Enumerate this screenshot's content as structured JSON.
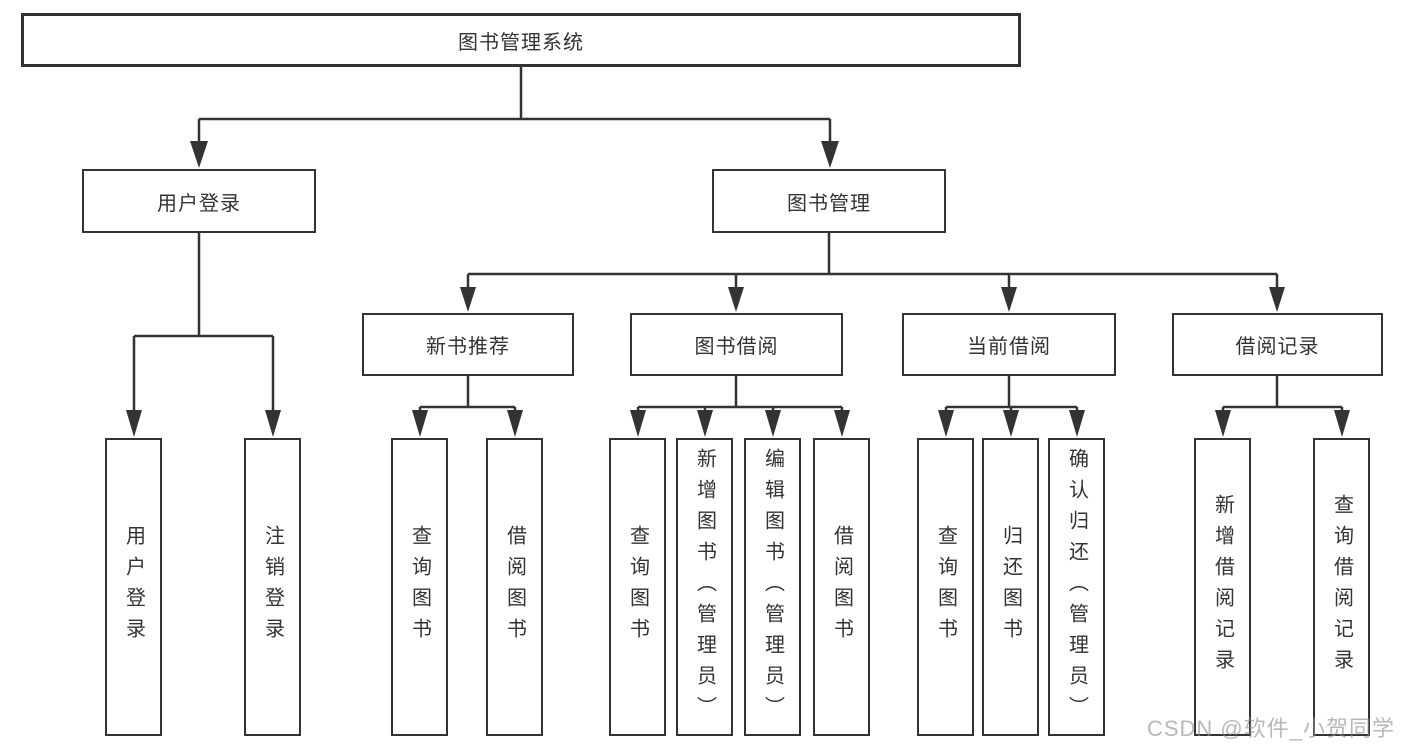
{
  "tree": {
    "label": "图书管理系统",
    "children": [
      {
        "label": "用户登录",
        "children": [
          {
            "label": "用户登录"
          },
          {
            "label": "注销登录"
          }
        ]
      },
      {
        "label": "图书管理",
        "children": [
          {
            "label": "新书推荐",
            "children": [
              {
                "label": "查询图书"
              },
              {
                "label": "借阅图书"
              }
            ]
          },
          {
            "label": "图书借阅",
            "children": [
              {
                "label": "查询图书"
              },
              {
                "label": "新增图书（管理员）"
              },
              {
                "label": "编辑图书（管理员）"
              },
              {
                "label": "借阅图书"
              }
            ]
          },
          {
            "label": "当前借阅",
            "children": [
              {
                "label": "查询图书"
              },
              {
                "label": "归还图书"
              },
              {
                "label": "确认归还（管理员）"
              }
            ]
          },
          {
            "label": "借阅记录",
            "children": [
              {
                "label": "新增借阅记录"
              },
              {
                "label": "查询借阅记录"
              }
            ]
          }
        ]
      }
    ]
  },
  "watermark": {
    "text": "CSDN @软件_小贺同学"
  },
  "colors": {
    "line": "#333333",
    "box_border": "#333333",
    "background": "#ffffff",
    "watermark": "#8c8c8c"
  }
}
